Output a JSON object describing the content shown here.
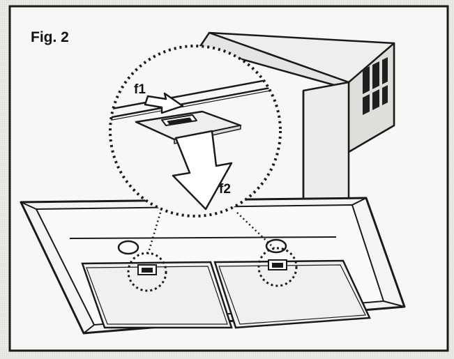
{
  "figure": {
    "label": "Fig. 2",
    "callouts": {
      "f1": "f1",
      "f2": "f2"
    }
  },
  "colors": {
    "background": "#e4e4e2",
    "panel": "#f7f7f5",
    "ink": "#111111"
  }
}
